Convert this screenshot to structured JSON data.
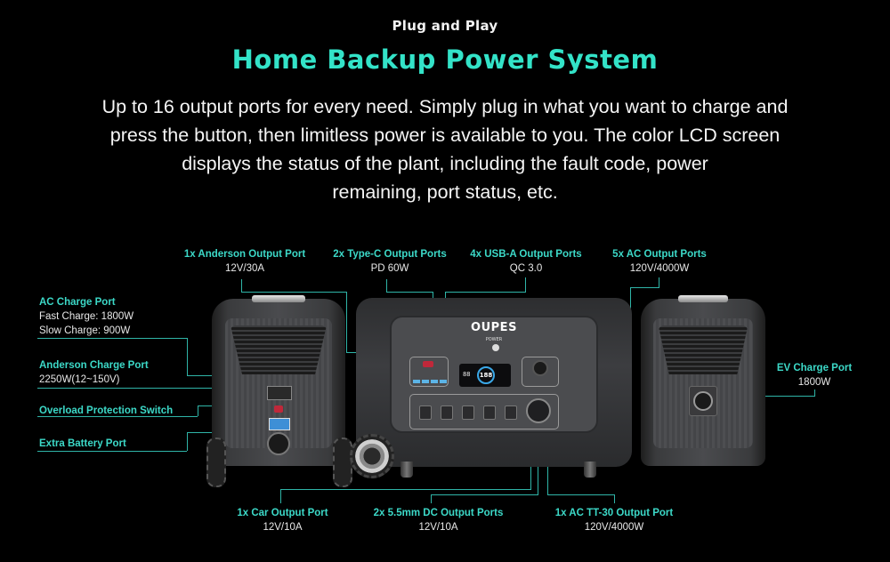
{
  "header": {
    "eyebrow": "Plug and Play",
    "title": "Home Backup Power System",
    "description_lines": [
      "Up to 16 output ports for every need. Simply plug in what you want to charge and",
      "press the button, then limitless power is available to you. The color LCD screen",
      "displays the status of the plant, including the fault code, power",
      "remaining, port status, etc."
    ]
  },
  "colors": {
    "accent": "#33e3c8",
    "label_heading": "#3cd9c8",
    "leader_line": "#2fb5a8",
    "background": "#000000",
    "text": "#f5f5f5"
  },
  "top_labels": [
    {
      "heading": "1x Anderson Output Port",
      "spec": "12V/30A"
    },
    {
      "heading": "2x Type-C Output Ports",
      "spec": "PD 60W"
    },
    {
      "heading": "4x USB-A Output Ports",
      "spec": "QC 3.0"
    },
    {
      "heading": "5x AC Output Ports",
      "spec": "120V/4000W"
    }
  ],
  "left_labels": [
    {
      "heading": "AC Charge Port",
      "specs": [
        "Fast Charge: 1800W",
        "Slow Charge: 900W"
      ]
    },
    {
      "heading": "Anderson Charge Port",
      "specs": [
        "2250W(12~150V)"
      ]
    },
    {
      "heading": "Overload Protection Switch",
      "specs": []
    },
    {
      "heading": "Extra Battery Port",
      "specs": []
    }
  ],
  "right_labels": [
    {
      "heading": "EV Charge Port",
      "spec": "1800W"
    }
  ],
  "bottom_labels": [
    {
      "heading": "1x Car Output Port",
      "spec": "12V/10A"
    },
    {
      "heading": "2x 5.5mm DC Output Ports",
      "spec": "12V/10A"
    },
    {
      "heading": "1x AC TT-30 Output Port",
      "spec": "120V/4000W"
    }
  ],
  "device": {
    "brand": "OUPES",
    "power_label": "POWER",
    "lcd_left": "88",
    "lcd_center": "188"
  }
}
